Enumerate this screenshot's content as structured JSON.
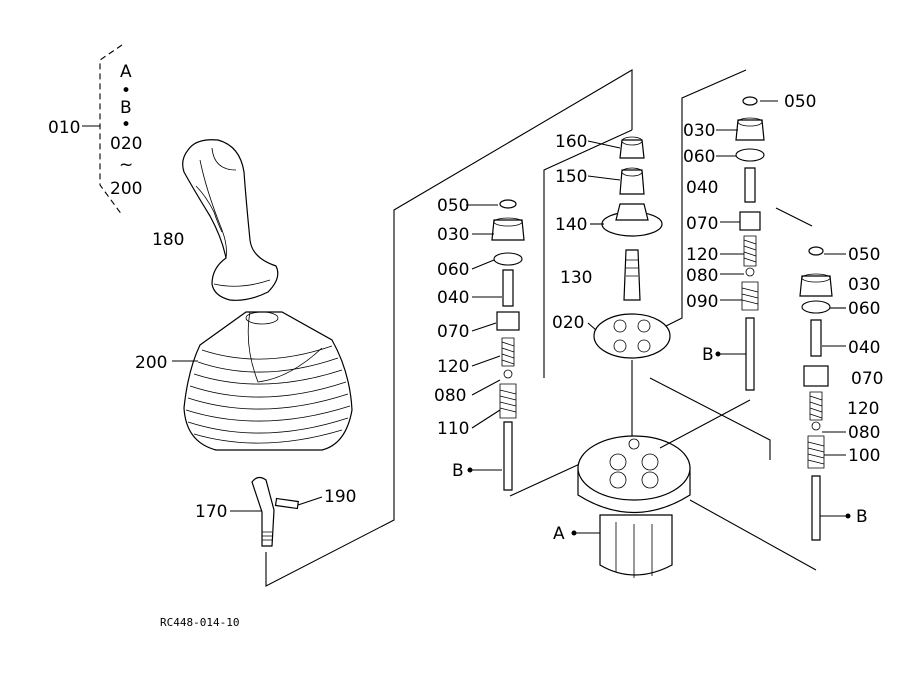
{
  "legend": {
    "group_code": "010",
    "items": [
      "A",
      "B",
      "020",
      "200"
    ],
    "separators": [
      "•",
      "•",
      "~"
    ]
  },
  "labels": {
    "p180": "180",
    "p200": "200",
    "p170": "170",
    "p190": "190",
    "left_050": "050",
    "left_030": "030",
    "left_060": "060",
    "left_040": "040",
    "left_070": "070",
    "left_120": "120",
    "left_080": "080",
    "left_110": "110",
    "left_B": "B",
    "mid_160": "160",
    "mid_150": "150",
    "mid_140": "140",
    "mid_130": "130",
    "mid_020": "020",
    "base_A": "A",
    "r1_050": "050",
    "r1_030": "030",
    "r1_060": "060",
    "r1_040": "040",
    "r1_070": "070",
    "r1_120": "120",
    "r1_080": "080",
    "r1_090": "090",
    "r1_B": "B",
    "r2_050": "050",
    "r2_030": "030",
    "r2_060": "060",
    "r2_040": "040",
    "r2_070": "070",
    "r2_120": "120",
    "r2_080": "080",
    "r2_100": "100",
    "r2_B": "B"
  },
  "drawing_code": "RC448-014-10"
}
